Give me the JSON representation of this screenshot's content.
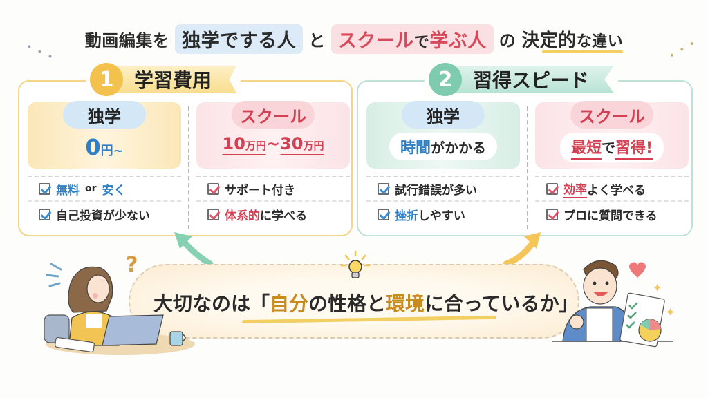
{
  "title": {
    "part1": "動画編集を",
    "highlight_self": "独学でする人",
    "connector": "と",
    "highlight_school_a": "スクール",
    "highlight_school_b": "で",
    "highlight_school_c": "学ぶ人",
    "part2": "の",
    "emphasis": "決定的",
    "part3": "な違い"
  },
  "sections": [
    {
      "number": "1",
      "heading": "学習費用",
      "self": {
        "label": "独学",
        "value_main": "0",
        "value_unit": "円~",
        "items": [
          {
            "hl1": "無料",
            "mid": "or",
            "hl2": "安く"
          },
          {
            "text": "自己投資が少ない"
          }
        ]
      },
      "school": {
        "label": "スクール",
        "value_a": "10",
        "unit_a": "万円",
        "sep": "~",
        "value_b": "30",
        "unit_b": "万円",
        "items": [
          {
            "text": "サポート付き"
          },
          {
            "hl": "体系的",
            "rest": "に学べる"
          }
        ]
      }
    },
    {
      "number": "2",
      "heading": "習得スピード",
      "self": {
        "label": "独学",
        "value_hl": "時間",
        "value_rest": "がかかる",
        "items": [
          {
            "text": "試行錯誤が多い"
          },
          {
            "hl": "挫折",
            "rest": "しやすい"
          }
        ]
      },
      "school": {
        "label": "スクール",
        "value_a": "最短",
        "mid": "で",
        "value_b": "習得!",
        "items": [
          {
            "hl": "効率",
            "rest": "よく学べる"
          },
          {
            "text": "プロに質問できる"
          }
        ]
      }
    }
  ],
  "message": {
    "pre": "大切なのは「",
    "hl1": "自分",
    "mid1": "の性格と",
    "hl2": "環境",
    "post": "に合っているか」"
  },
  "decor": {
    "question_mark": "?"
  },
  "colors": {
    "blue_accent": "#2f7fc6",
    "red_accent": "#d43f52",
    "yellow_accent": "#f3c24c",
    "green_accent": "#7fcbb0",
    "gold_text": "#c98a1e"
  }
}
